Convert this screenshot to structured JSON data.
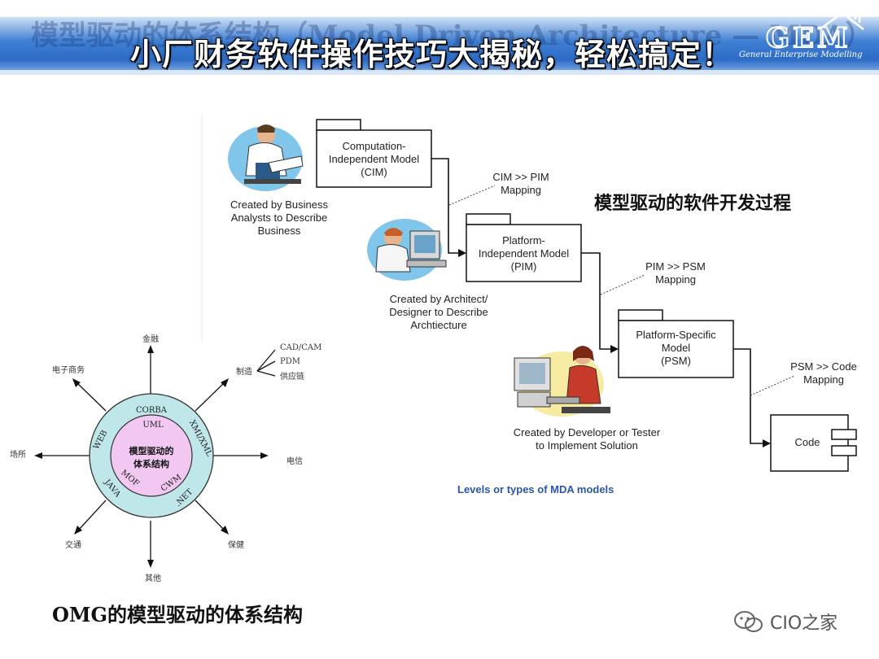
{
  "slide": {
    "background_title": "模型驱动的体系结构（Model Driven Architecture — MDA）",
    "overlay_title": "小厂财务软件操作技巧大揭秘，轻松搞定！",
    "logo_letters": "GEM",
    "logo_text": "General Enterprise Modelling",
    "watermark": "CIO之家"
  },
  "mda_levels": {
    "heading": "模型驱动的软件开发过程",
    "caption": "Levels or types of MDA models",
    "models": [
      {
        "line1": "Computation-",
        "line2": "Independent Model",
        "line3": "(CIM)"
      },
      {
        "line1": "Platform-",
        "line2": "Independent Model",
        "line3": "(PIM)"
      },
      {
        "line1": "Platform-Specific",
        "line2": "Model",
        "line3": "(PSM)"
      },
      {
        "line1": "Code"
      }
    ],
    "mappings": [
      {
        "line1": "CIM >> PIM",
        "line2": "Mapping"
      },
      {
        "line1": "PIM >> PSM",
        "line2": "Mapping"
      },
      {
        "line1": "PSM >> Code",
        "line2": "Mapping"
      }
    ],
    "creators": [
      {
        "line1": "Created by Business",
        "line2": "Analysts to Describe",
        "line3": "Business"
      },
      {
        "line1": "Created by Architect/",
        "line2": "Designer to Describe",
        "line3": "Archtiecture"
      },
      {
        "line1": "Created by Developer or Tester",
        "line2": "to Implement Solution"
      }
    ]
  },
  "omg_diagram": {
    "caption": "OMG的模型驱动的体系结构",
    "core_line1": "模型驱动的",
    "core_line2": "体系结构",
    "ring_labels": {
      "corba": "CORBA",
      "uml": "UML",
      "xmi": "XMI/XML",
      "web": "WEB",
      "mof": "MOF",
      "cwm": "CWM",
      "java": "JAVA",
      "net": ".NET"
    },
    "domains": {
      "finance": "金融",
      "ecommerce": "电子商务",
      "manufacturing": "制造",
      "telecom": "电信",
      "market": "场所",
      "transport": "交通",
      "healthcare": "保健",
      "other": "其他"
    },
    "manufacturing_branches": [
      "CAD/CAM",
      "PDM",
      "供应链"
    ]
  },
  "colors": {
    "header_blue": "#2d6cc6",
    "ring_fill": "#bfe7ea",
    "core_fill": "#f2c8f2",
    "caption_blue": "#2a55a8"
  }
}
